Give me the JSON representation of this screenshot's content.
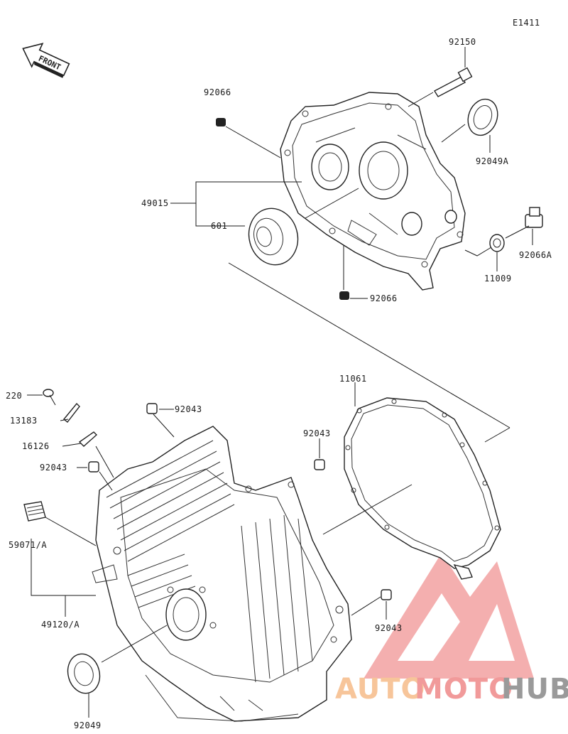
{
  "diagram_code": "E1411",
  "front_label": "FRONT",
  "part_labels": {
    "p92150": "92150",
    "p92066_top": "92066",
    "p92049A": "92049A",
    "p49015": "49015",
    "p601": "601",
    "p92066A": "92066A",
    "p11009": "11009",
    "p92066_bottom": "92066",
    "p11061": "11061",
    "p220": "220",
    "p13183": "13183",
    "p16126": "16126",
    "p92043_a": "92043",
    "p92043_b": "92043",
    "p92043_c": "92043",
    "p92043_d": "92043",
    "p59071A": "59071/A",
    "p49120A": "49120/A",
    "p92049": "92049"
  },
  "watermark": {
    "part1": "AUTO",
    "part2": "MOTO",
    "part3": "HUB",
    "color_light": "#f7c59a",
    "color_red": "#f19a9a",
    "color_dark": "#9a9a9a"
  }
}
